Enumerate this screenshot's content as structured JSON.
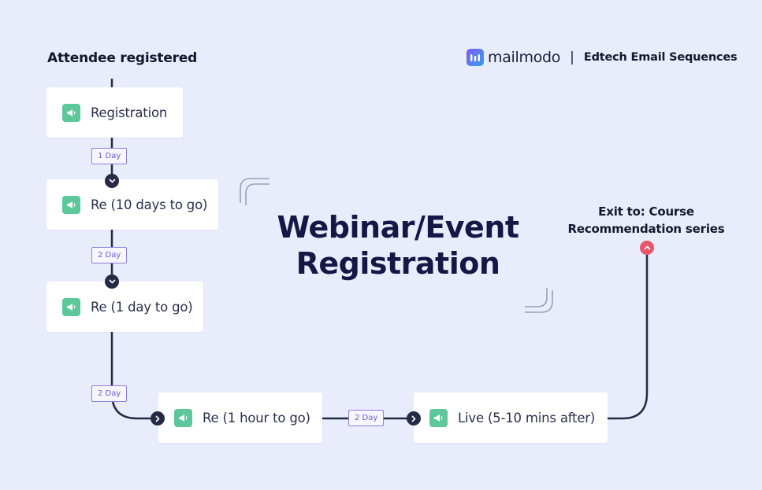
{
  "brand": {
    "logo_name": "mailmodo",
    "separator": "|",
    "subtitle": "Edtech Email Sequences"
  },
  "title": {
    "line1": "Webinar/Event",
    "line2": "Registration"
  },
  "trigger": "Attendee registered",
  "emails": [
    {
      "label": "Registration"
    },
    {
      "label": "Re (10 days to go)"
    },
    {
      "label": "Re (1 day to go)"
    },
    {
      "label": "Re (1 hour to go)"
    },
    {
      "label": "Live (5-10 mins after)"
    }
  ],
  "delays": [
    {
      "label": "1 Day"
    },
    {
      "label": "2 Day"
    },
    {
      "label": "2 Day"
    },
    {
      "label": "2 Day"
    }
  ],
  "exit": {
    "line1": "Exit to: Course",
    "line2": "Recommendation series"
  },
  "colors": {
    "background": "#e9ecfb",
    "node_icon": "#5cc79a",
    "connector": "#262b45",
    "delay_border": "#8a7fe0",
    "exit_dot": "#e8566b"
  },
  "icons": {
    "email_icon": "megaphone-icon",
    "step_marker": "chevron-down-icon",
    "flow_marker": "chevron-right-icon",
    "exit_marker": "chevron-up-icon"
  }
}
